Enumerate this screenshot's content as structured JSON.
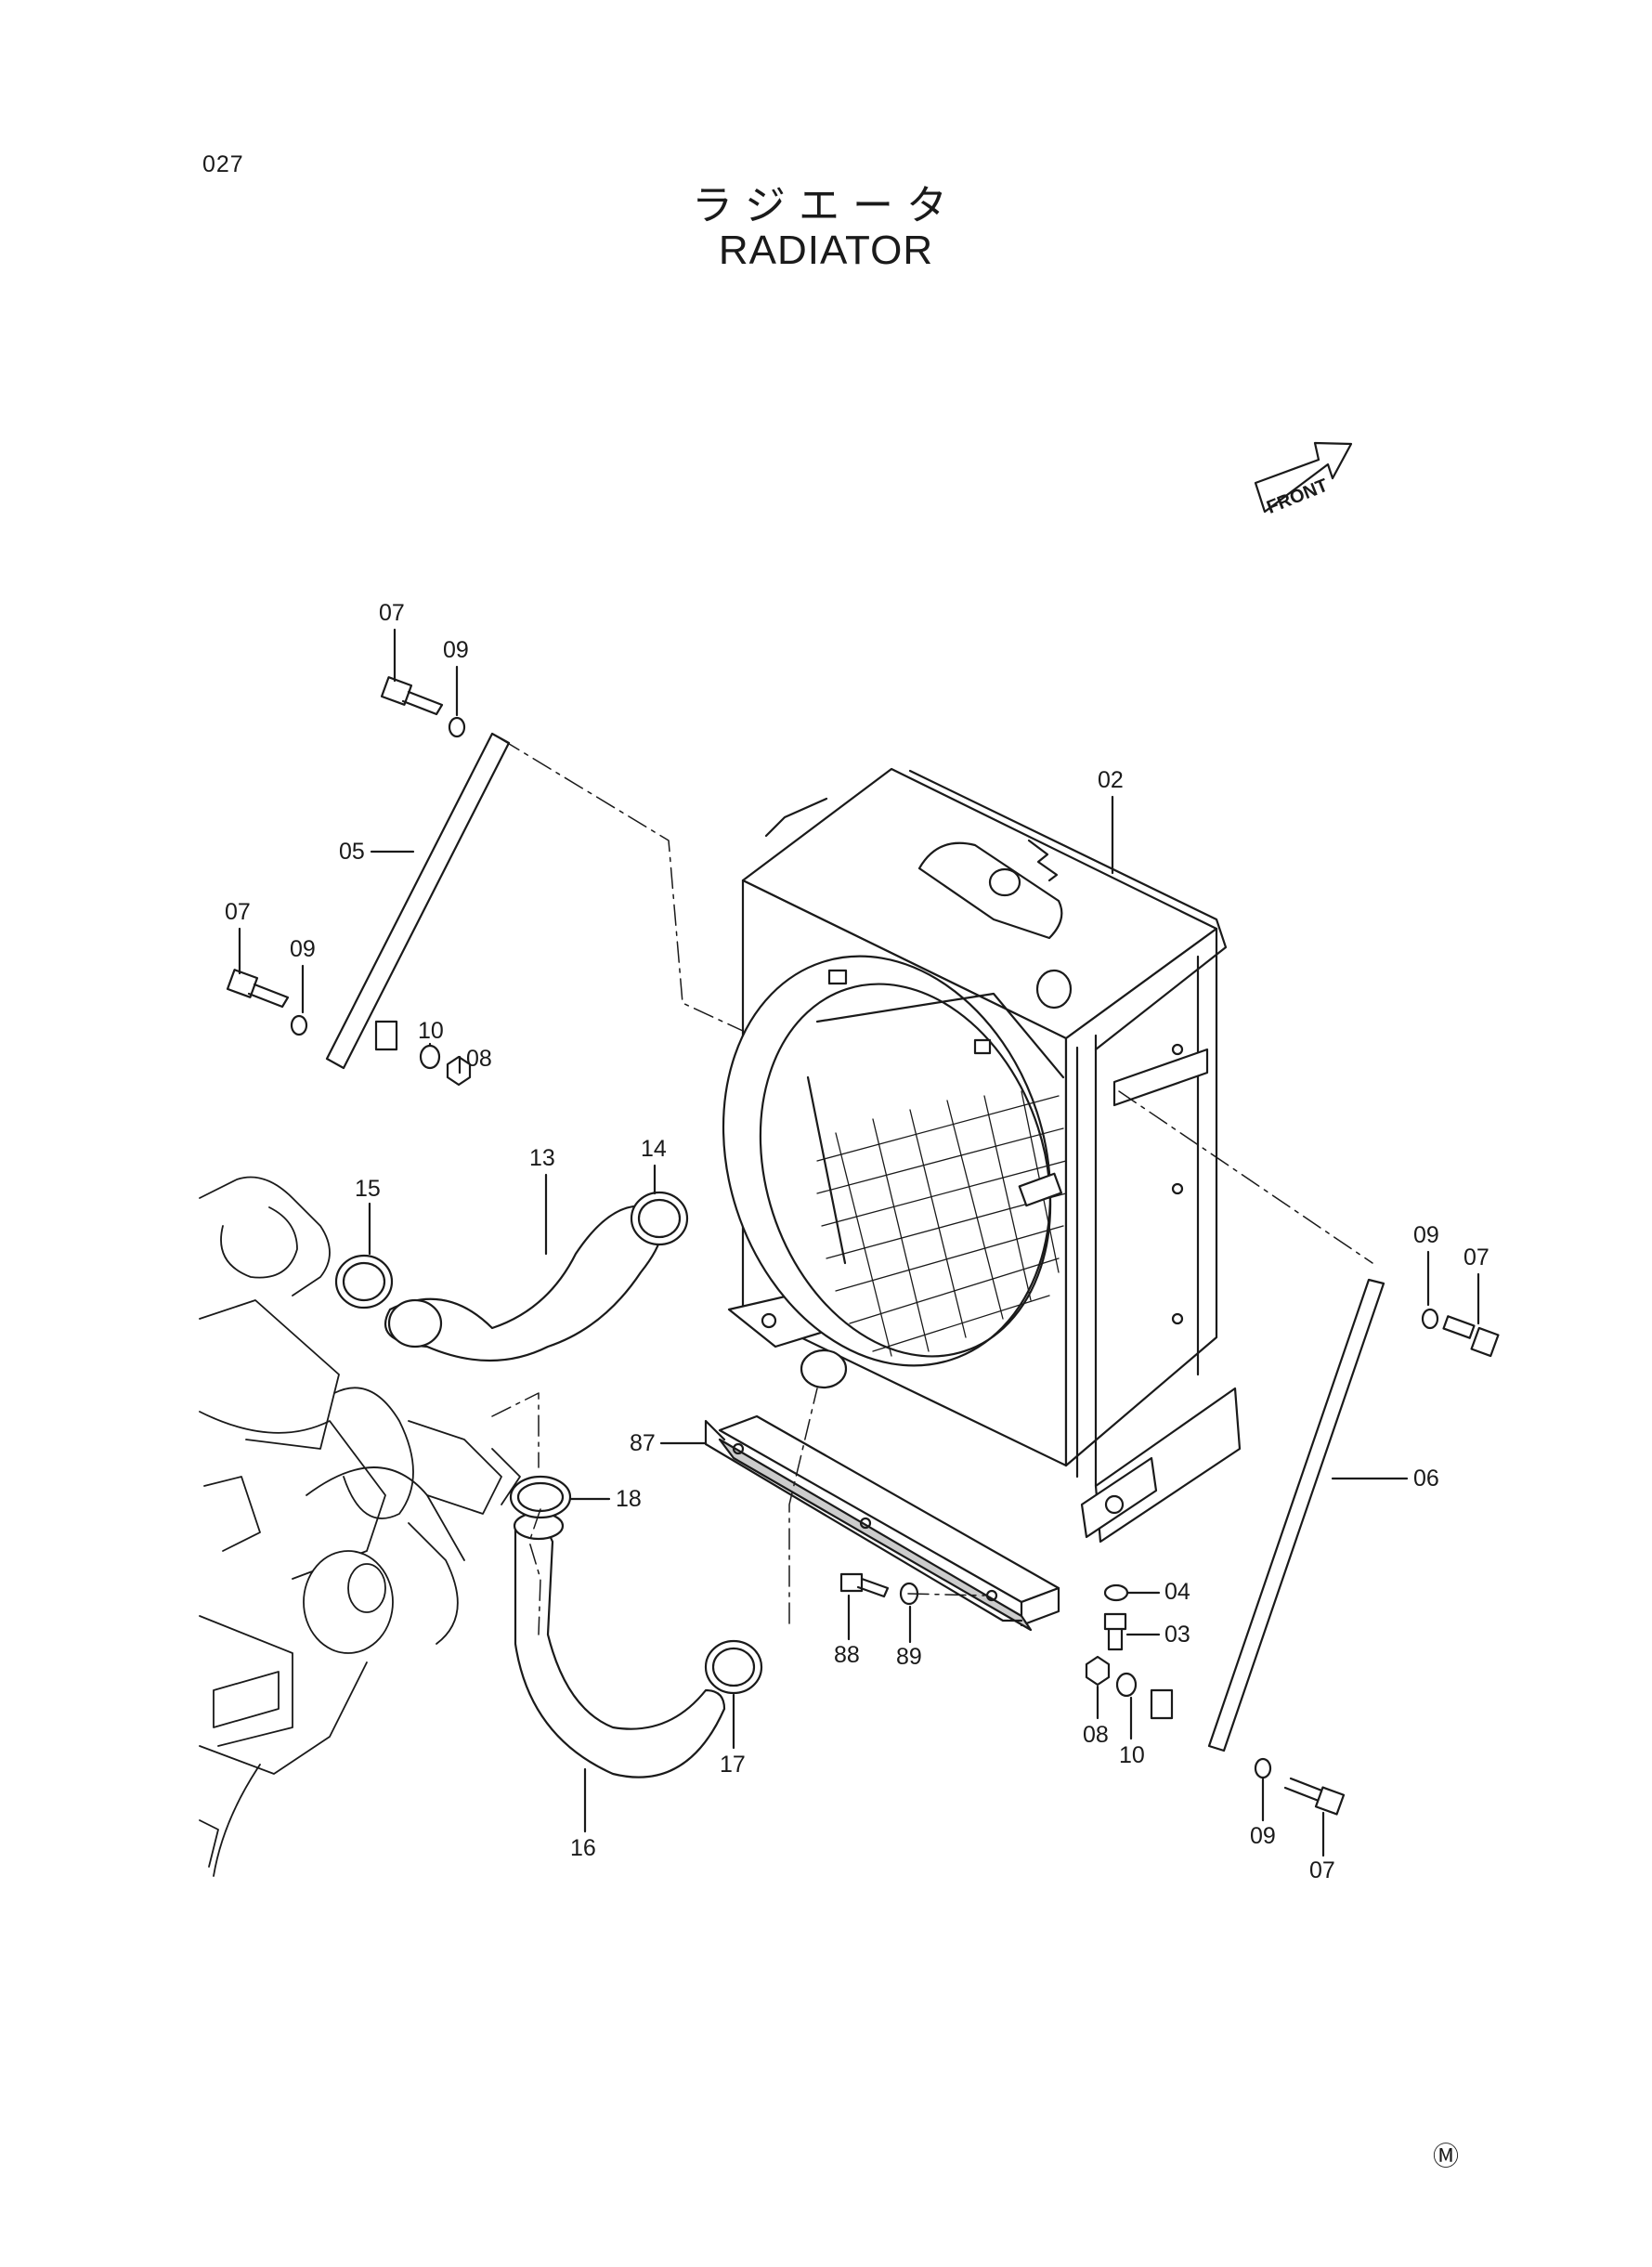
{
  "header": {
    "page_number": "027",
    "title_jp": "ラジエータ",
    "title_en": "RADIATOR"
  },
  "direction_label": "FRONT",
  "footer_mark": "Ⓜ",
  "callouts": [
    {
      "id": "c07a",
      "label": "07"
    },
    {
      "id": "c09a",
      "label": "09"
    },
    {
      "id": "c02",
      "label": "02"
    },
    {
      "id": "c05",
      "label": "05"
    },
    {
      "id": "c07b",
      "label": "07"
    },
    {
      "id": "c09b",
      "label": "09"
    },
    {
      "id": "c10a",
      "label": "10"
    },
    {
      "id": "c08a",
      "label": "08"
    },
    {
      "id": "c14",
      "label": "14"
    },
    {
      "id": "c13",
      "label": "13"
    },
    {
      "id": "c15",
      "label": "15"
    },
    {
      "id": "c09c",
      "label": "09"
    },
    {
      "id": "c07c",
      "label": "07"
    },
    {
      "id": "c87",
      "label": "87"
    },
    {
      "id": "c06",
      "label": "06"
    },
    {
      "id": "c18",
      "label": "18"
    },
    {
      "id": "c04",
      "label": "04"
    },
    {
      "id": "c03",
      "label": "03"
    },
    {
      "id": "c88",
      "label": "88"
    },
    {
      "id": "c89",
      "label": "89"
    },
    {
      "id": "c08b",
      "label": "08"
    },
    {
      "id": "c10b",
      "label": "10"
    },
    {
      "id": "c17",
      "label": "17"
    },
    {
      "id": "c09d",
      "label": "09"
    },
    {
      "id": "c16",
      "label": "16"
    },
    {
      "id": "c07d",
      "label": "07"
    }
  ]
}
